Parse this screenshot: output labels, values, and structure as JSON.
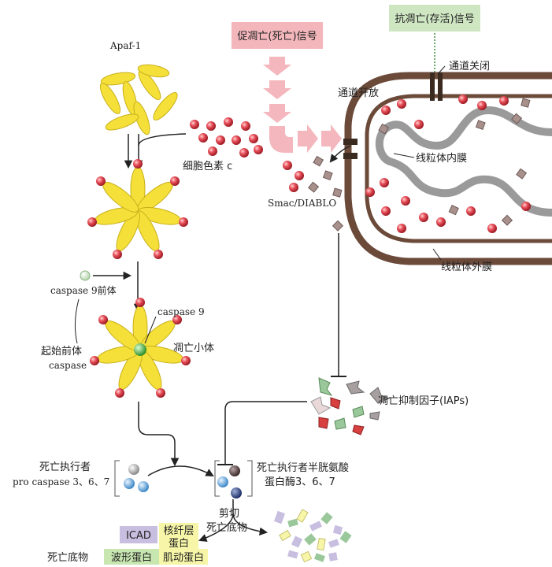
{
  "signals": {
    "pro_apoptotic": "促凋亡(死亡)信号",
    "anti_apoptotic": "抗凋亡(存活)信号"
  },
  "labels": {
    "apaf1": "Apaf-1",
    "cytochrome_c": "细胞色素 c",
    "channel_open": "通道开放",
    "channel_closed": "通道关闭",
    "inner_membrane": "线粒体内膜",
    "outer_membrane": "线粒体外膜",
    "smac_diablo": "Smac/DIABLO",
    "procaspase9": "caspase 9前体",
    "initiator_line1": "起始前体",
    "initiator_line2": "caspase",
    "caspase9": "caspase 9",
    "apoptosome": "凋亡小体",
    "iaps": "凋亡抑制因子(IAPs)",
    "executioner_line1": "死亡执行者",
    "executioner_line2": "pro caspase 3、6、7",
    "active_caspase_line1": "死亡执行者半胱氨酸",
    "active_caspase_line2": "蛋白酶3、6、7",
    "cleave_line1": "剪切",
    "cleave_line2": "死亡底物",
    "death_substrates": "死亡底物"
  },
  "substrates": {
    "icad": "ICAD",
    "lamin_line1": "核纤层",
    "lamin_line2": "蛋白",
    "fodrin": "波形蛋白",
    "actin": "肌动蛋白"
  },
  "colors": {
    "pro_signal_box": "#f2b6bb",
    "anti_signal_box": "#cfe6c2",
    "arrow_pink": "#f4b7bd",
    "membrane": "#6b4a3a",
    "inner_membrane": "#9a9a9a",
    "red_ball": "#d8343e",
    "petal": "#f5e03a",
    "smac": "#a8908c",
    "icad_box": "#c8bfe0",
    "lamin_box": "#f7f6a8",
    "fodrin_box": "#c8e6b0",
    "actin_box": "#f7f6a8"
  }
}
